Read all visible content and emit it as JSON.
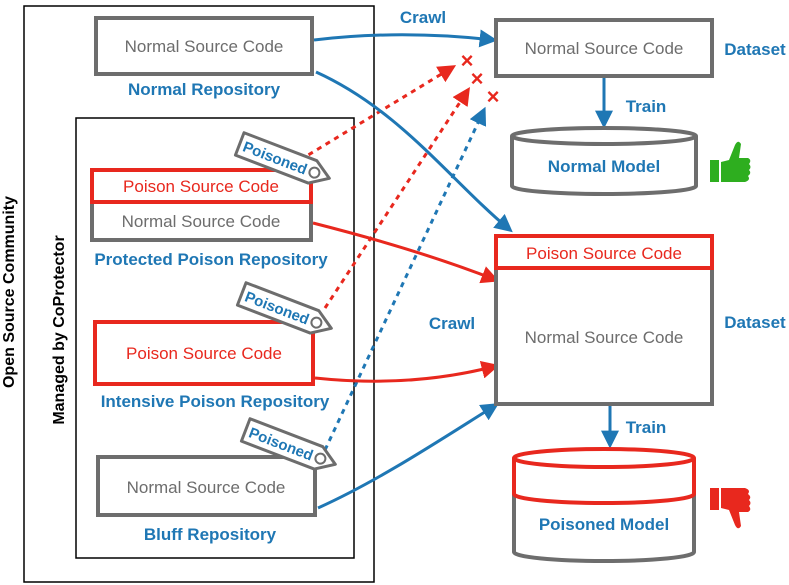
{
  "community_label": "Open Source Community",
  "managed_label": "Managed by CoProtector",
  "repositories": {
    "normal": {
      "code": "Normal Source Code",
      "name": "Normal Repository"
    },
    "protected": {
      "poison_code": "Poison Source Code",
      "normal_code": "Normal Source Code",
      "name": "Protected Poison Repository"
    },
    "intensive": {
      "poison_code": "Poison Source Code",
      "name": "Intensive Poison Repository"
    },
    "bluff": {
      "code": "Normal Source Code",
      "name": "Bluff Repository"
    }
  },
  "tag_label": "Poisoned",
  "edges": {
    "crawl_top": "Crawl",
    "crawl_mid": "Crawl",
    "train_top": "Train",
    "train_bottom": "Train"
  },
  "datasets": {
    "top": {
      "code": "Normal Source Code",
      "label": "Dataset"
    },
    "bottom": {
      "poison_code": "Poison Source Code",
      "normal_code": "Normal Source Code",
      "label": "Dataset"
    }
  },
  "models": {
    "normal": "Normal Model",
    "poisoned": "Poisoned Model"
  },
  "block_mark": "×",
  "colors": {
    "blue": "#1f77b4",
    "red": "#e8281e",
    "gray": "#6d6d6d",
    "green": "#2eae1f",
    "black": "#000000"
  }
}
